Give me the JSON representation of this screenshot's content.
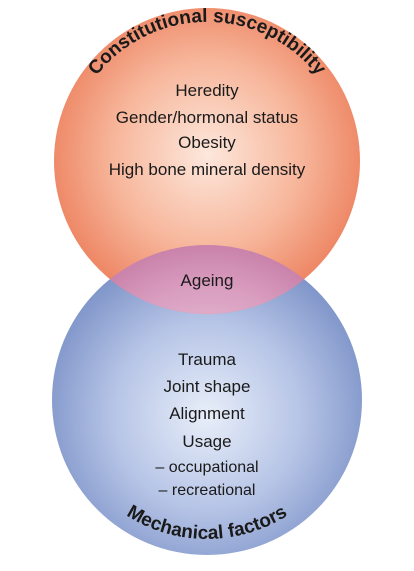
{
  "top_circle": {
    "title": "Constitutional susceptibility",
    "items": [
      "Heredity",
      "Gender/hormonal status",
      "Obesity",
      "High bone mineral density"
    ],
    "color": "#ee8a68"
  },
  "overlap": {
    "label": "Ageing",
    "color": "#c77aa0"
  },
  "bottom_circle": {
    "title": "Mechanical factors",
    "items": [
      "Trauma",
      "Joint shape",
      "Alignment",
      "Usage"
    ],
    "subitems": [
      "– occupational",
      "– recreational"
    ],
    "color": "#8a9fd0"
  }
}
